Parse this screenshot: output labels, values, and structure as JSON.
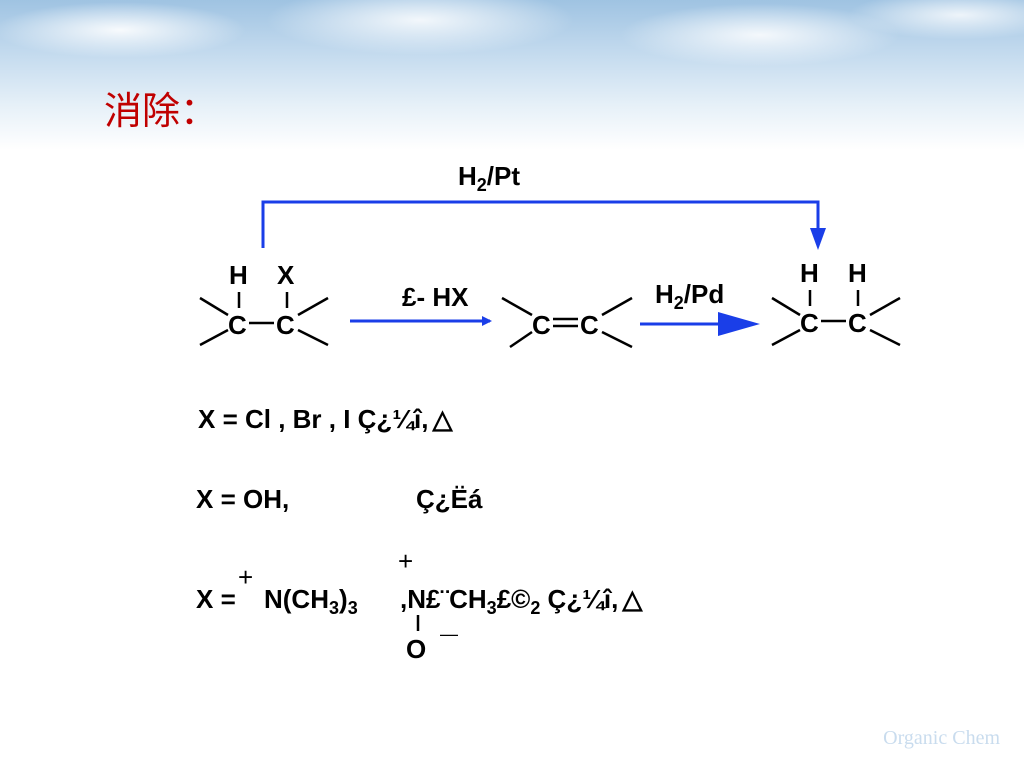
{
  "title": "消除：",
  "scheme": {
    "top_reagent": {
      "pre": "H",
      "sub": "2",
      "post": "/Pt"
    },
    "step1_label": "£- HX",
    "step2_reagent": {
      "pre": "H",
      "sub": "2",
      "post": "/Pd"
    },
    "atoms": {
      "H": "H",
      "X": "X",
      "C": "C"
    }
  },
  "conditions": {
    "row1": "X = Cl , Br , I Ç¿¼î,",
    "row1_delta": "△",
    "row2_left": "X = OH,",
    "row2_right": "Ç¿Ëá",
    "row3": {
      "prefix": "X =",
      "plus": "+",
      "plus2": "+",
      "amine_pre": "N(CH",
      "amine_sub": "3",
      "amine_post": ")",
      "amine_sub2": "3",
      "oxide_pre": ",N£¨CH",
      "oxide_sub": "3",
      "oxide_mid": "£©",
      "oxide_sub2": "2",
      "oxide_post": " Ç¿¼î,",
      "delta": "△",
      "O": "O",
      "minus": "—"
    }
  },
  "footer": "Organic Chem",
  "colors": {
    "accent_blue": "#1a3ee8",
    "title_red": "#c00000"
  }
}
